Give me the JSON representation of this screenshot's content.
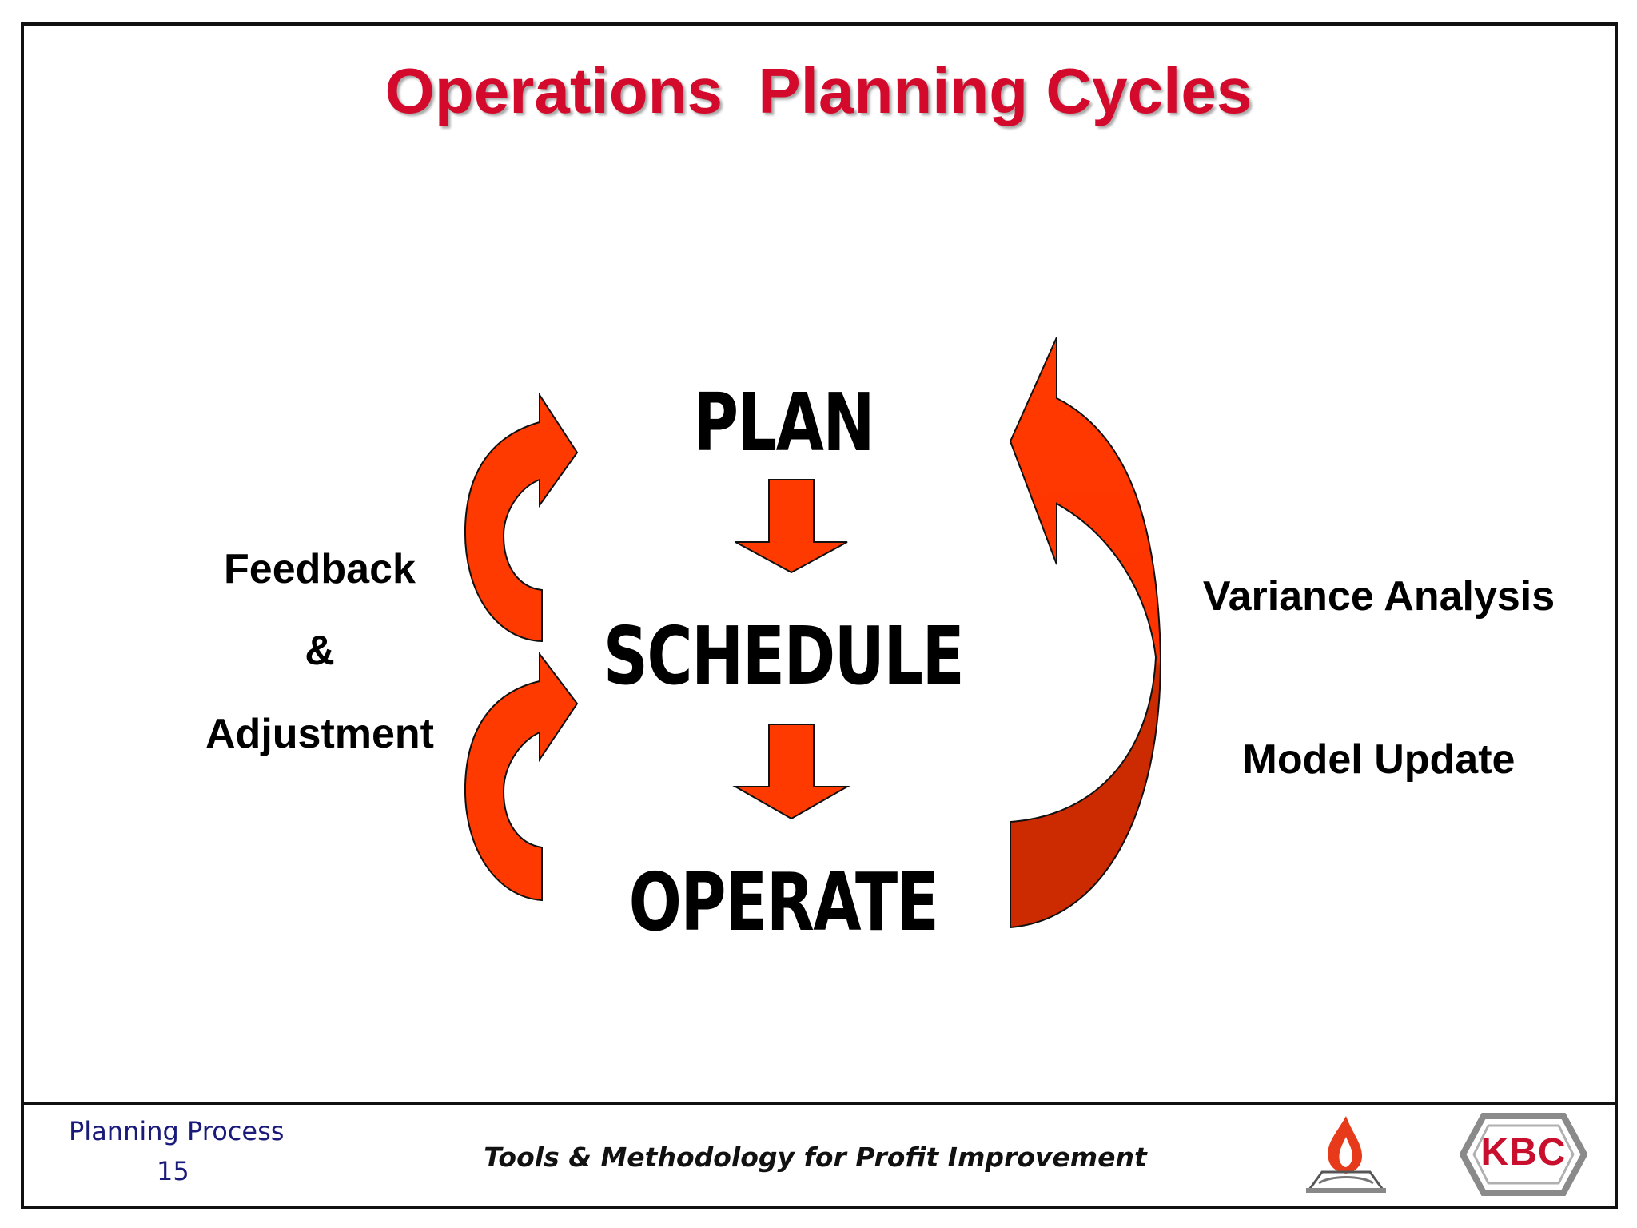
{
  "slide": {
    "title": "Operations  Planning Cycles"
  },
  "diagram": {
    "stages": [
      "PLAN",
      "SCHEDULE",
      "OPERATE"
    ],
    "left_labels": [
      "Feedback",
      "&",
      "Adjustment"
    ],
    "right_labels": [
      "Variance Analysis",
      "Model Update"
    ]
  },
  "footer": {
    "section": "Planning Process",
    "page_number": "15",
    "tagline": "Tools & Methodology for Profit Improvement",
    "kbc_logo_text": "KBC"
  },
  "colors": {
    "title": "#d40a2c",
    "arrow_fill": "#ff3a00",
    "arrow_dark": "#c82a00",
    "footer_text": "#1a1a7a"
  }
}
